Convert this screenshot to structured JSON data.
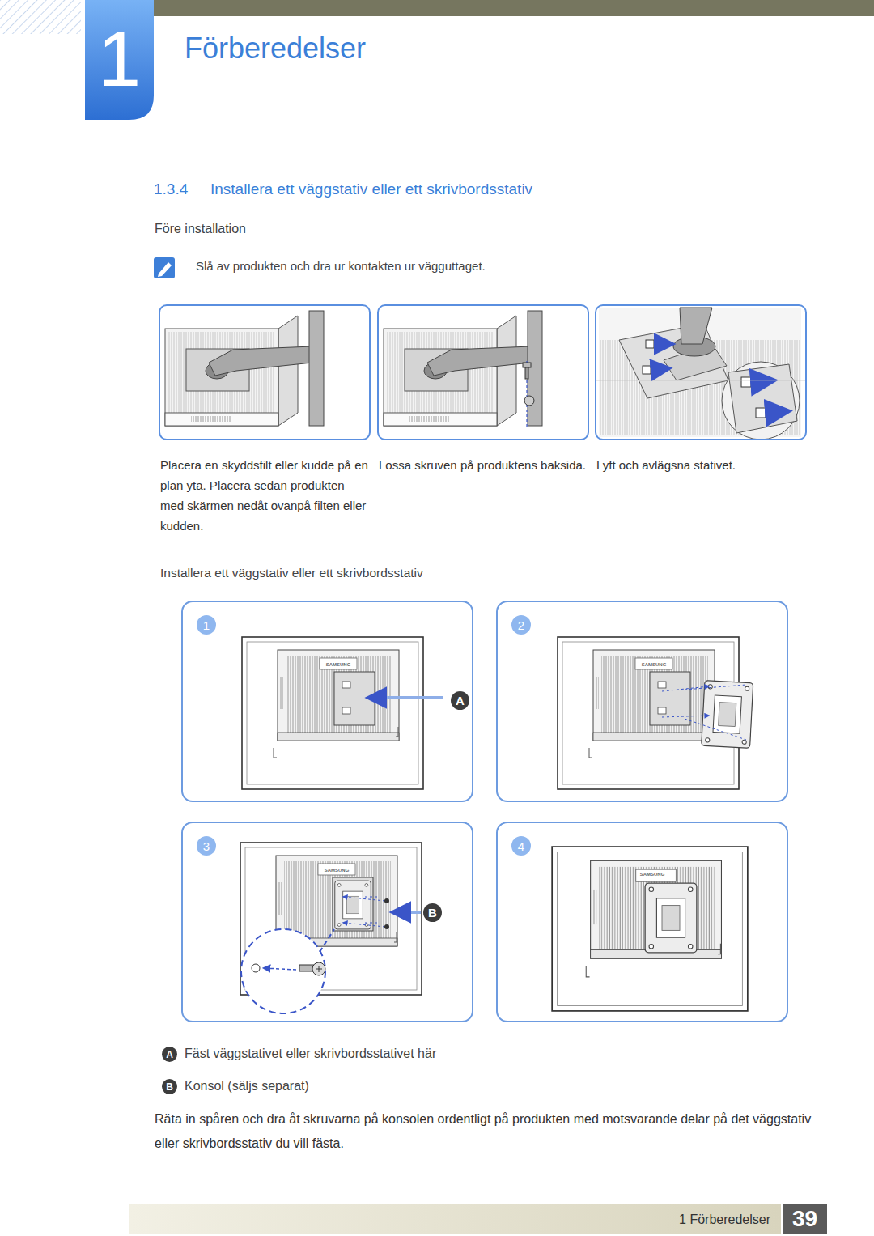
{
  "diagram": {
    "title": "Installera ett väggstativ eller ett skrivbordsstativ",
    "nodes": [
      {
        "text": [
          "Placera en skyddsfilt eller kudde på en plan yta. Placera sedan produkten med skärmen nedåt ovanpå filten eller kudden."
        ]
      },
      {
        "text": [
          "Lossa skruven på produktens baksida."
        ]
      },
      {
        "text": [
          "Lyft och avlägsna stativet."
        ]
      },
      {
        "text": [
          "1"
        ]
      },
      {
        "text": [
          "2"
        ]
      },
      {
        "text": [
          "3"
        ]
      },
      {
        "text": [
          "4"
        ]
      }
    ],
    "labels": [
      "1",
      "Förberedelser",
      "1.3.4",
      "Före installation",
      "Slå av produkten och dra ur kontakten ur vägguttaget.",
      "Installera ett väggstativ eller ett skrivbordsstativ",
      "SAMSUNG",
      "SAMSUNG",
      "SAMSUNG",
      "SAMSUNG",
      "A",
      "B",
      "A",
      "B",
      "Räta in spåren och dra åt skruvarna på konsolen ordentligt på produkten med motsvarande delar på det väggstativ eller skrivbordsstativ du vill fästa.",
      "1 Förberedelser",
      "39"
    ],
    "legend": [
      {
        "text": "Fäst väggstativet eller skrivbordsstativet här"
      },
      {
        "text": "Konsol (säljs separat)"
      }
    ]
  }
}
